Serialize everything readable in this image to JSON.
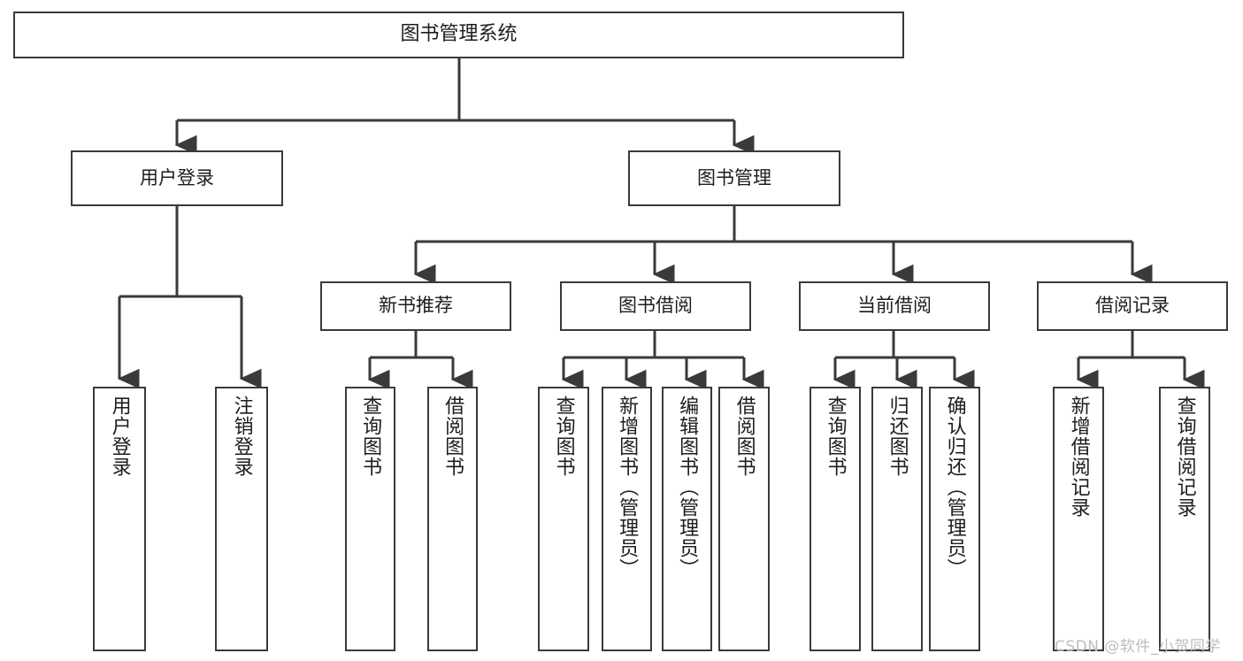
{
  "diagram": {
    "title": "图书管理系统",
    "watermark": "CSDN @软件_小贺同学",
    "line_color": "#3a3a3a",
    "box_fill": "#ffffff",
    "text_color": "#1d1d1d",
    "watermark_color": "#bdbdbd"
  },
  "nodes": {
    "root": {
      "label": "图书管理系统"
    },
    "level2": [
      {
        "label": "用户登录"
      },
      {
        "label": "图书管理"
      }
    ],
    "level3": [
      {
        "label": "新书推荐"
      },
      {
        "label": "图书借阅"
      },
      {
        "label": "当前借阅"
      },
      {
        "label": "借阅记录"
      }
    ],
    "leaves": [
      {
        "label": "用户登录"
      },
      {
        "label": "注销登录"
      },
      {
        "label": "查询图书"
      },
      {
        "label": "借阅图书"
      },
      {
        "label": "查询图书"
      },
      {
        "label": "新增图书（管理员）"
      },
      {
        "label": "编辑图书（管理员）"
      },
      {
        "label": "借阅图书"
      },
      {
        "label": "查询图书"
      },
      {
        "label": "归还图书"
      },
      {
        "label": "确认归还（管理员）"
      },
      {
        "label": "新增借阅记录"
      },
      {
        "label": "查询借阅记录"
      }
    ]
  }
}
